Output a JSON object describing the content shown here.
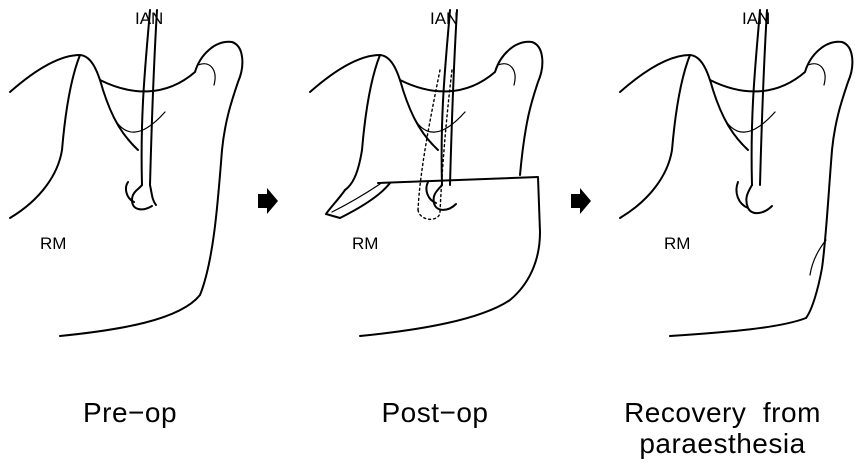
{
  "panels": [
    {
      "id": "pre-op",
      "nerve_label": "IAN",
      "ramus_label": "RM",
      "caption": "Pre−op"
    },
    {
      "id": "post-op",
      "nerve_label": "IAN",
      "ramus_label": "RM",
      "caption": "Post−op"
    },
    {
      "id": "recovery",
      "nerve_label": "IAN",
      "ramus_label": "RM",
      "caption_line1": "Recovery  from",
      "caption_line2": "paraesthesia"
    }
  ],
  "arrows": [
    {
      "icon": "right-arrow-icon"
    },
    {
      "icon": "right-arrow-icon"
    }
  ],
  "colors": {
    "ink": "#000000",
    "background": "#ffffff"
  }
}
